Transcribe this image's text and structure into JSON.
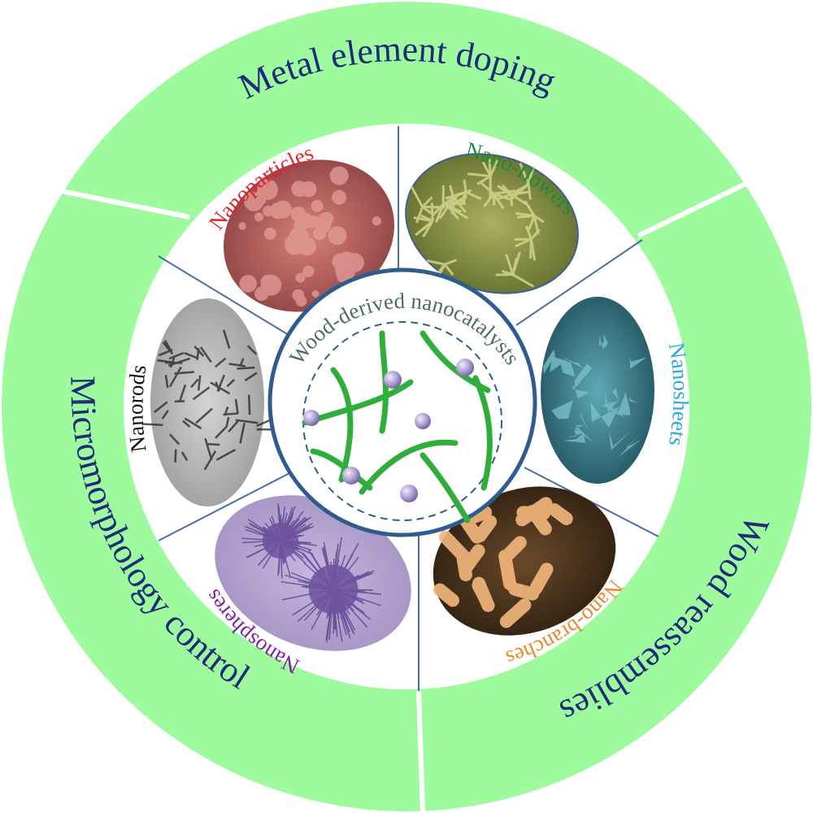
{
  "outer_ring": {
    "top_label": "Metal element doping",
    "left_label": "Micromorphology control",
    "right_label": "Wood reassemblies",
    "ring_color": "#9dfb9e",
    "text_color": "#1f2a7a"
  },
  "center": {
    "label": "Wood-derived nanocatalysts",
    "label_color": "#4f6b66",
    "fiber_color": "#2fae3a",
    "particle_color": "#a99ad0"
  },
  "morphologies": [
    {
      "label": "Nanoparticles",
      "color": "#e8202a",
      "texture": "nanoparticles"
    },
    {
      "label": "Nano-flowers",
      "color": "#1d8a3c",
      "texture": "nano-flowers"
    },
    {
      "label": "Nanosheets",
      "color": "#2aa7e0",
      "texture": "nanosheets"
    },
    {
      "label": "Nano-branches",
      "color": "#e8882a",
      "texture": "nano-branches"
    },
    {
      "label": "Nanospheres",
      "color": "#7e1fa5",
      "texture": "nanospheres"
    },
    {
      "label": "Nanorods",
      "color": "#111111",
      "texture": "nanorods"
    }
  ]
}
